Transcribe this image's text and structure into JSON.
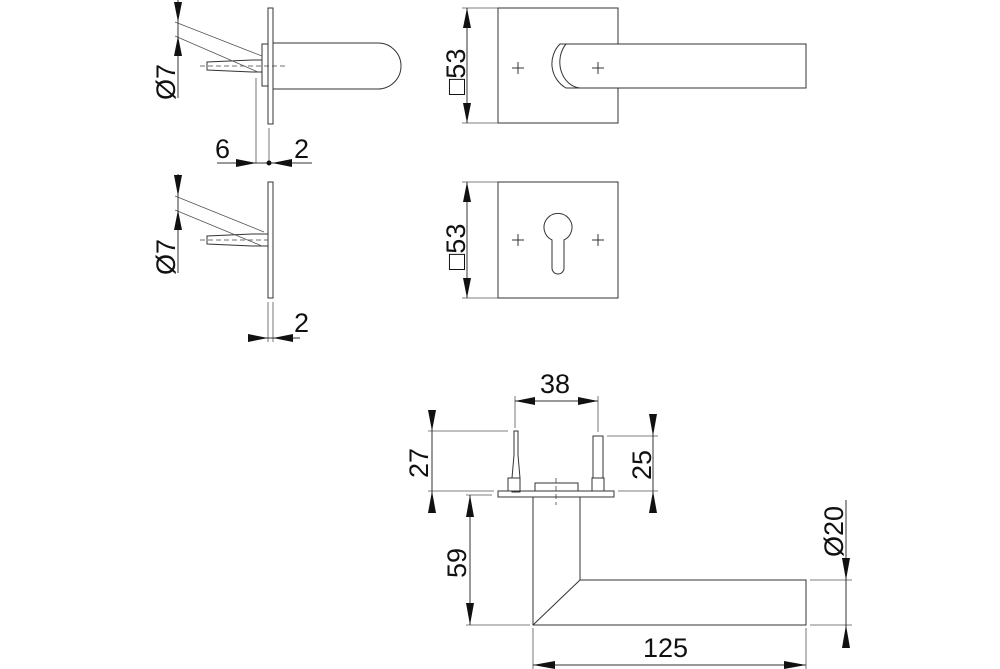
{
  "drawing": {
    "side_view_top": {
      "diameter_label": "Ø7",
      "offset_left_label": "6",
      "offset_right_label": "2"
    },
    "side_view_bottom": {
      "diameter_label": "Ø7",
      "thickness_label": "2"
    },
    "rose_front": {
      "size_label": "□53"
    },
    "escutcheon_front": {
      "size_label": "□53"
    },
    "lever_side": {
      "pin_spacing_label": "38",
      "pin_left_height_label": "27",
      "pin_right_height_label": "25",
      "lever_height_label": "59",
      "lever_length_label": "125",
      "lever_diameter_label": "Ø20"
    }
  }
}
